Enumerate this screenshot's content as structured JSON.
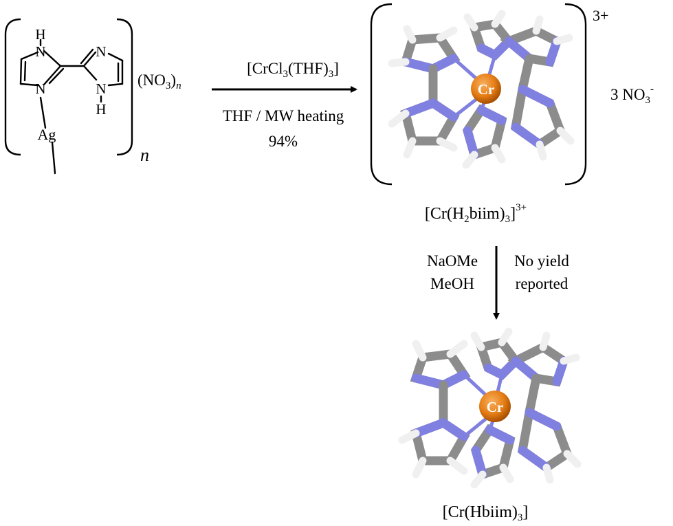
{
  "scheme": {
    "reactant": {
      "atoms": {
        "h_top": "H",
        "n_top_left": "N",
        "n_bottom_left": "N",
        "n_top_right": "N",
        "n_bottom_right": "N",
        "h_bottom": "H",
        "silver": "Ag"
      },
      "nitrate_formula": "(NO3)n",
      "nitrate_main": "(NO",
      "nitrate_sub": "3",
      "nitrate_close": ")",
      "nitrate_n": "n",
      "polymer_n": "n"
    },
    "step1": {
      "reagent": "[CrCl3(THF)3]",
      "reagent_a": "[CrCl",
      "reagent_sub1": "3",
      "reagent_b": "(THF)",
      "reagent_sub2": "3",
      "reagent_c": "]",
      "conditions": "THF / MW heating",
      "yield": "94%"
    },
    "product1": {
      "center_atom": "Cr",
      "charge": "3+",
      "counterion_formula": "3 NO3-",
      "counterion_main": "3 NO",
      "counterion_sub": "3",
      "counterion_sup": "-",
      "label": "[Cr(H2biim)3]3+",
      "label_a": "[Cr(H",
      "label_sub1": "2",
      "label_b": "biim)",
      "label_sub2": "3",
      "label_c": "]",
      "label_sup": "3+"
    },
    "step2": {
      "reagent_line1": "NaOMe",
      "reagent_line2": "MeOH",
      "note_line1": "No yield",
      "note_line2": "reported"
    },
    "product2": {
      "center_atom": "Cr",
      "label": "[Cr(Hbiim)3]",
      "label_a": "[Cr(Hbiim)",
      "label_sub": "3",
      "label_c": "]"
    },
    "colors": {
      "carbon": "#8c8c8c",
      "nitrogen": "#8080e0",
      "hydrogen": "#f0f0f0",
      "chromium": "#e67e16",
      "line": "#000000"
    }
  }
}
